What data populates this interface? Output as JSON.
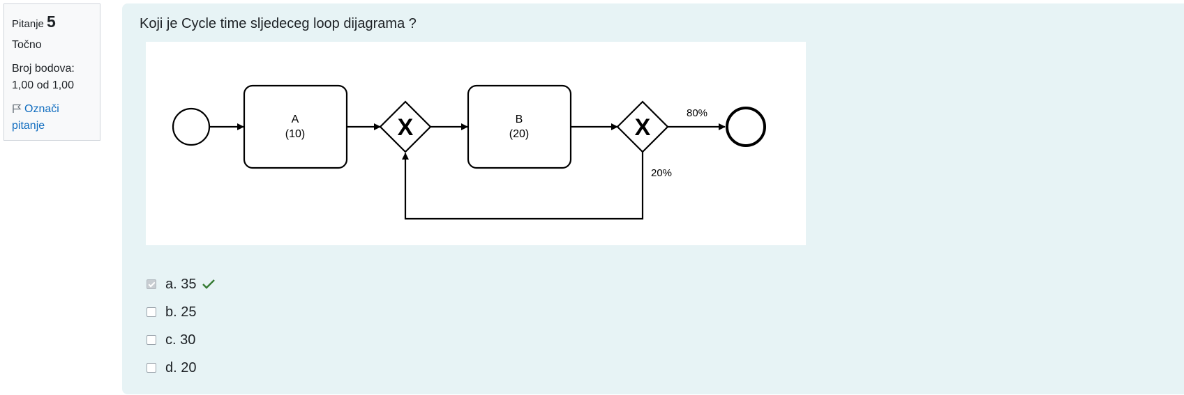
{
  "info": {
    "question_label": "Pitanje",
    "question_number": "5",
    "state": "Točno",
    "grade_label": "Broj bodova:",
    "grade_value": "1,00 od 1,00",
    "flag_label": "Označi pitanje",
    "flag_icon": "flag-icon"
  },
  "question": {
    "text": "Koji je Cycle time sljedeceg loop dijagrama ?",
    "diagram": {
      "task_a_name": "A",
      "task_a_time": "(10)",
      "task_b_name": "B",
      "task_b_time": "(20)",
      "gateway_symbol": "X",
      "exit_probability": "80%",
      "loop_probability": "20%"
    }
  },
  "answers": [
    {
      "label": "a. 35",
      "checked": true,
      "correct": true
    },
    {
      "label": "b. 25",
      "checked": false
    },
    {
      "label": "c. 30",
      "checked": false
    },
    {
      "label": "d. 20",
      "checked": false
    }
  ],
  "colors": {
    "correct_check": "#357a32",
    "panel_bg": "#e7f3f5",
    "link": "#0f6cbf"
  }
}
